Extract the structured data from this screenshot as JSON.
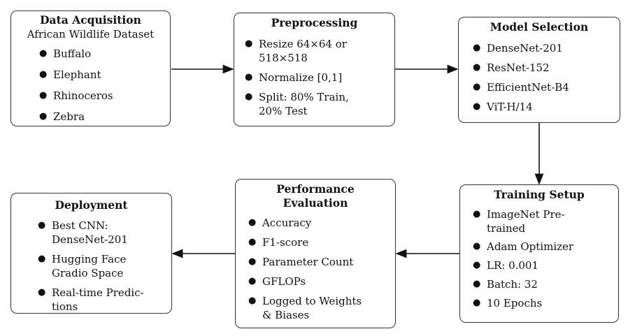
{
  "data_acquisition": {
    "title": "Data Acquisition",
    "subtitle": "African Wildlife Dataset",
    "items": [
      "Buffalo",
      "Elephant",
      "Rhinoceros",
      "Zebra"
    ]
  },
  "preprocessing": {
    "title": "Preprocessing",
    "items": [
      [
        "Resize 64×64 or",
        "518×518"
      ],
      [
        "Normalize [0,1]"
      ],
      [
        "Split: 80% Train,",
        "20% Test"
      ]
    ]
  },
  "model_selection": {
    "title": "Model Selection",
    "items": [
      "DenseNet-201",
      "ResNet-152",
      "EfficientNet-B4",
      "ViT-H/14"
    ]
  },
  "training_setup": {
    "title": "Training Setup",
    "items": [
      [
        "ImageNet Pre-",
        "trained"
      ],
      [
        "Adam Optimizer"
      ],
      [
        "LR: 0.001"
      ],
      [
        "Batch: 32"
      ],
      [
        "10 Epochs"
      ]
    ]
  },
  "performance_evaluation": {
    "title_lines": [
      "Performance",
      "Evaluation"
    ],
    "items": [
      [
        "Accuracy"
      ],
      [
        "F1-score"
      ],
      [
        "Parameter Count"
      ],
      [
        "GFLOPs"
      ],
      [
        "Logged to Weights",
        "& Biases"
      ]
    ]
  },
  "deployment": {
    "title": "Deployment",
    "items": [
      [
        "Best CNN:",
        "DenseNet-201"
      ],
      [
        "Hugging Face",
        "Gradio Space"
      ],
      [
        "Real-time Predic-",
        "tions"
      ]
    ]
  }
}
